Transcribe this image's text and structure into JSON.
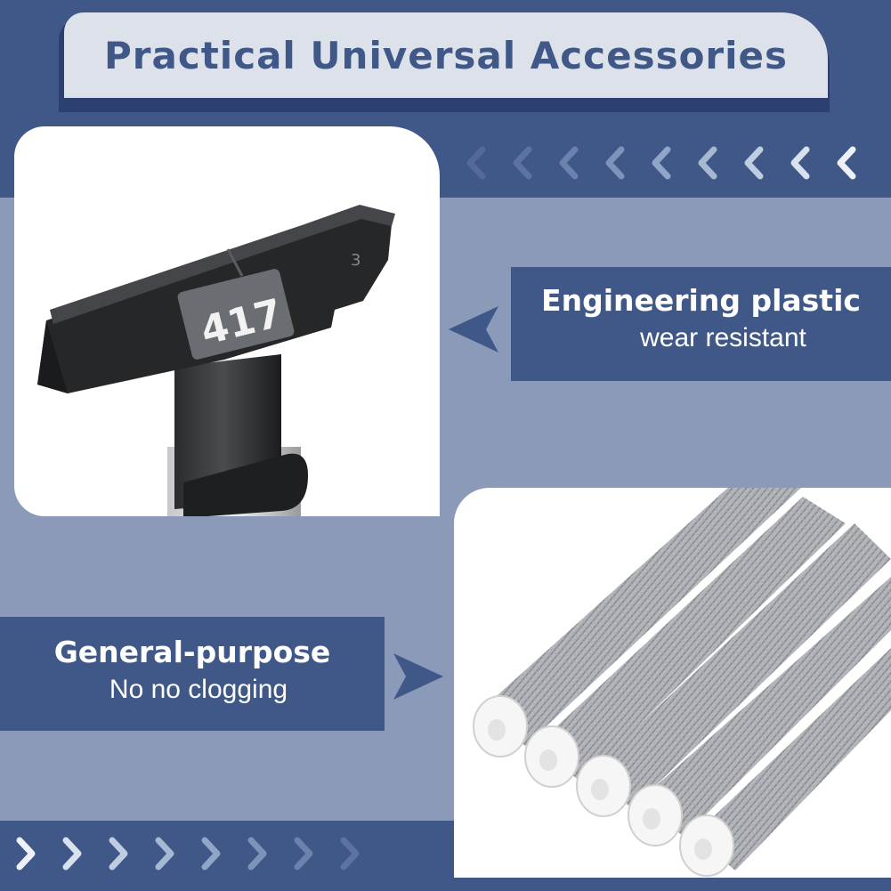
{
  "title": "Practical Universal Accessories",
  "feature_1": {
    "heading": "Engineering plastic",
    "subtext": "wear resistant"
  },
  "feature_2": {
    "heading": "General-purpose",
    "subtext": "No  no clogging"
  },
  "product_handle": {
    "tip_number": "417",
    "side_mark": "3"
  },
  "colors": {
    "navy": "#3f5888",
    "steel_blue": "#8a9ab8",
    "title_fill": "#dde1ea",
    "white": "#ffffff"
  },
  "icons": [
    "arrow-left-icon",
    "arrow-right-icon",
    "chevron-left-icon",
    "chevron-right-icon"
  ]
}
